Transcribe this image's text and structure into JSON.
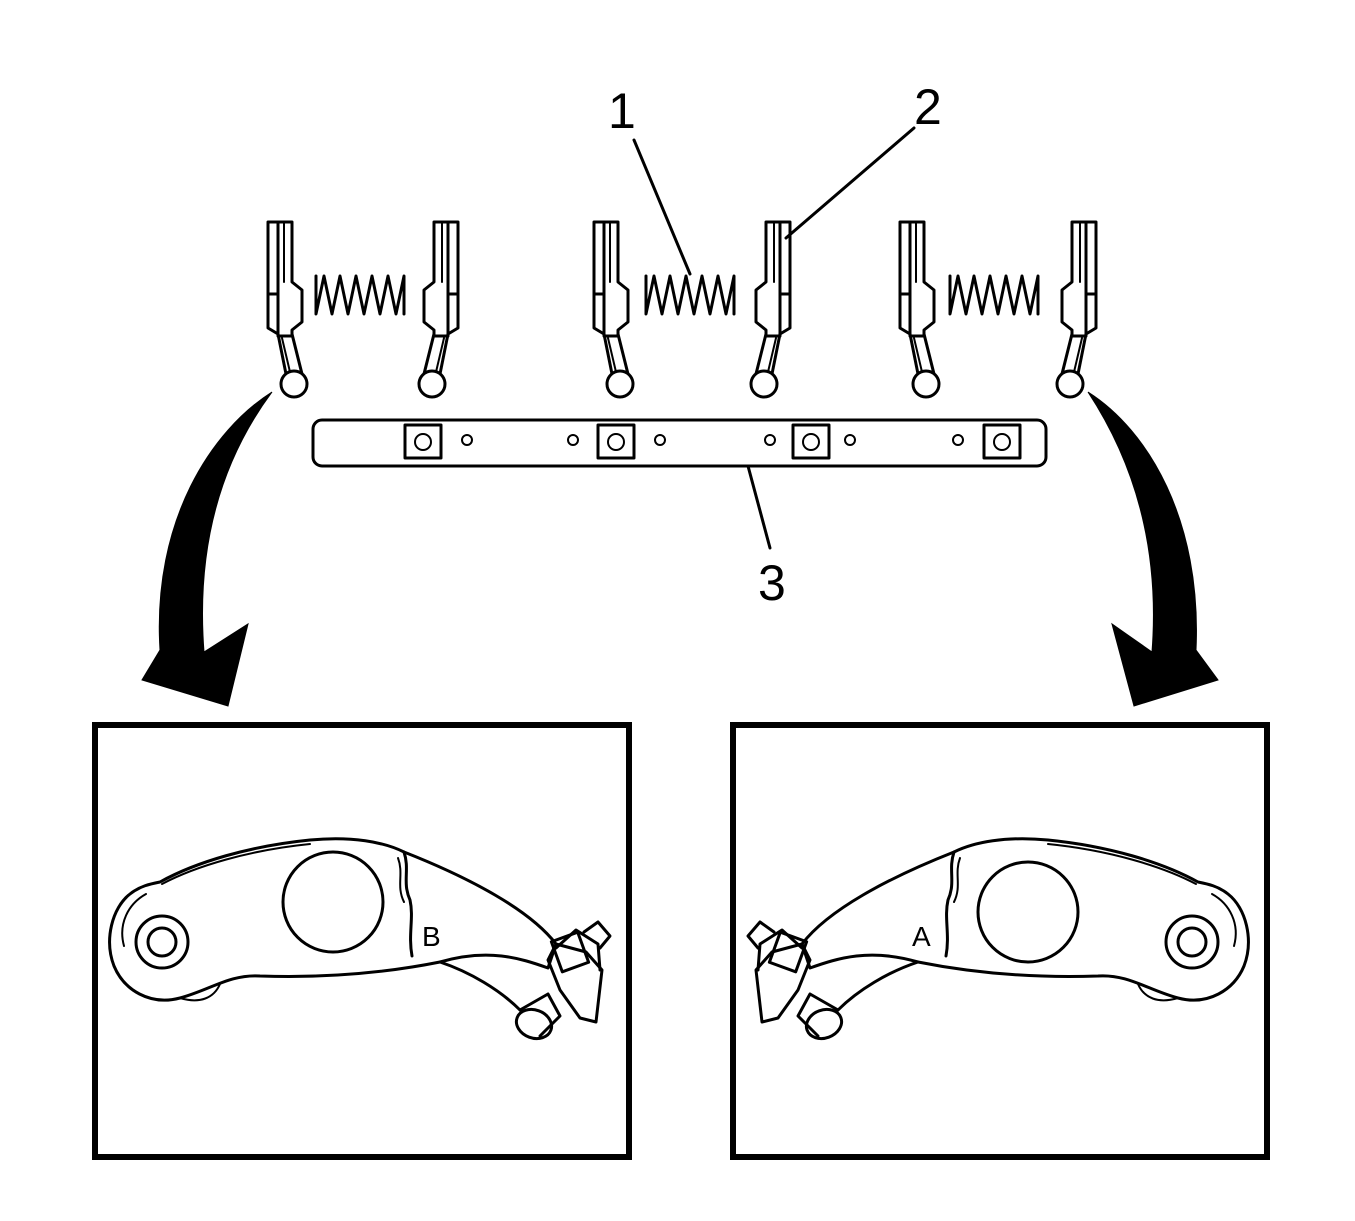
{
  "callouts": {
    "c1": "1",
    "c2": "2",
    "c3": "3"
  },
  "insets": {
    "left_mark": "B",
    "right_mark": "A"
  },
  "colors": {
    "ink": "#000000",
    "paper": "#ffffff"
  }
}
